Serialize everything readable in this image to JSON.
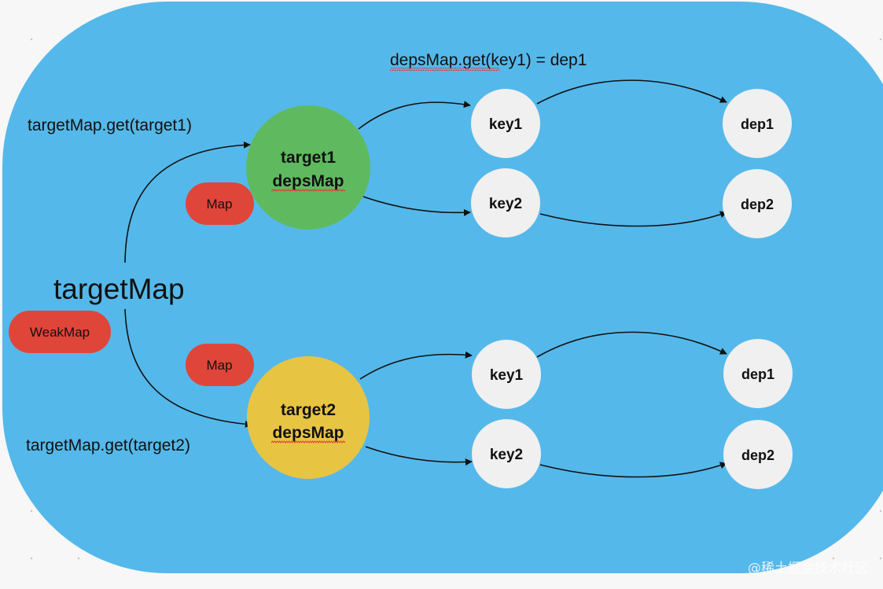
{
  "colors": {
    "background_blob": "#55b8ea",
    "root_map_green": "#5fba5f",
    "root_map_yellow": "#e8c443",
    "type_badge_red": "#e0453a",
    "key_dep_node": "#f0f0f0",
    "spellcheck_squiggle": "#e53935"
  },
  "root": {
    "label": "targetMap",
    "type_badge": "WeakMap"
  },
  "edges": {
    "get_target1": "targetMap.get(target1)",
    "get_target2": "targetMap.get(target2)",
    "get_key1": "depsMap.get(key1) = dep1"
  },
  "groups": [
    {
      "title": "target1",
      "subtitle": "depsMap",
      "type_badge": "Map",
      "keys": [
        {
          "key": "key1",
          "dep": "dep1"
        },
        {
          "key": "key2",
          "dep": "dep2"
        }
      ]
    },
    {
      "title": "target2",
      "subtitle": "depsMap",
      "type_badge": "Map",
      "keys": [
        {
          "key": "key1",
          "dep": "dep1"
        },
        {
          "key": "key2",
          "dep": "dep2"
        }
      ]
    }
  ],
  "watermark": "@稀土掘金技术社区"
}
